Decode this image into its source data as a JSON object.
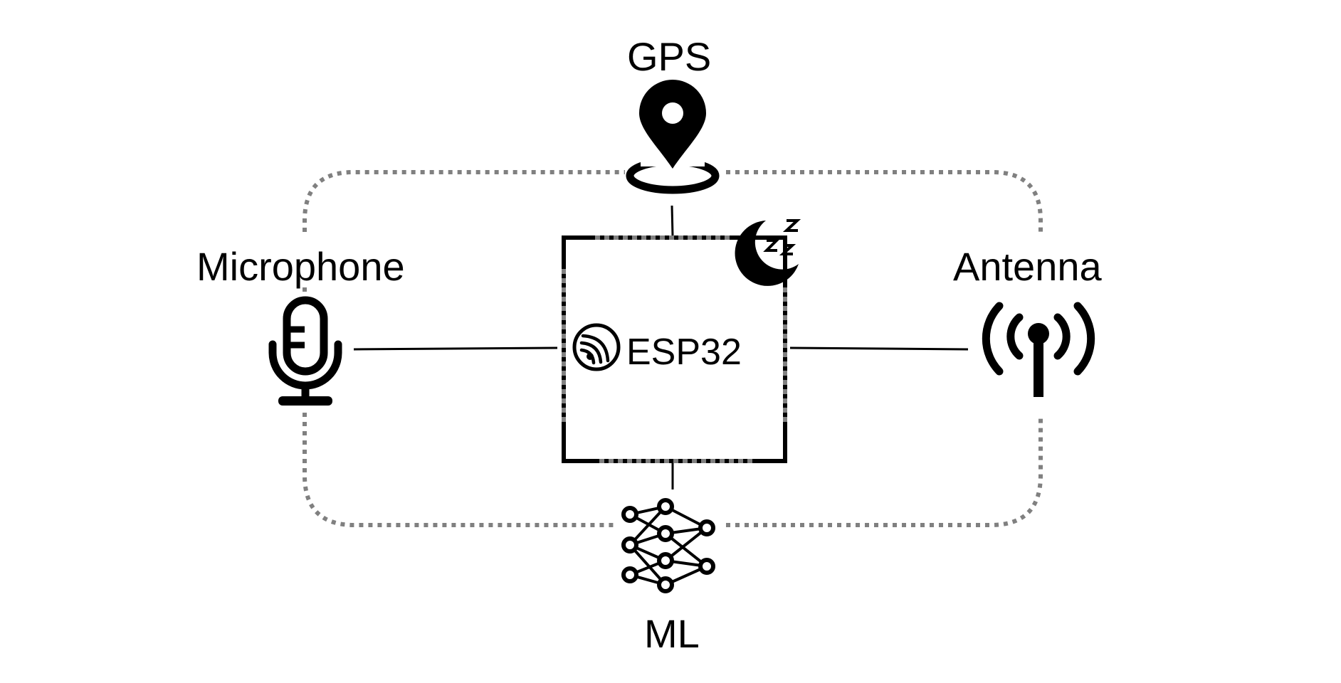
{
  "labels": {
    "gps": "GPS",
    "microphone": "Microphone",
    "antenna": "Antenna",
    "ml": "ML",
    "chip": "ESP32"
  },
  "icons": {
    "gps": "map-pin-icon",
    "microphone": "microphone-icon",
    "antenna": "antenna-icon",
    "ml": "neural-network-icon",
    "sleep": "sleep-moon-icon",
    "chip_logo": "espressif-logo-icon"
  },
  "colors": {
    "stroke": "#000000",
    "dotted": "#808080",
    "pins": "#808080",
    "background": "#ffffff"
  }
}
